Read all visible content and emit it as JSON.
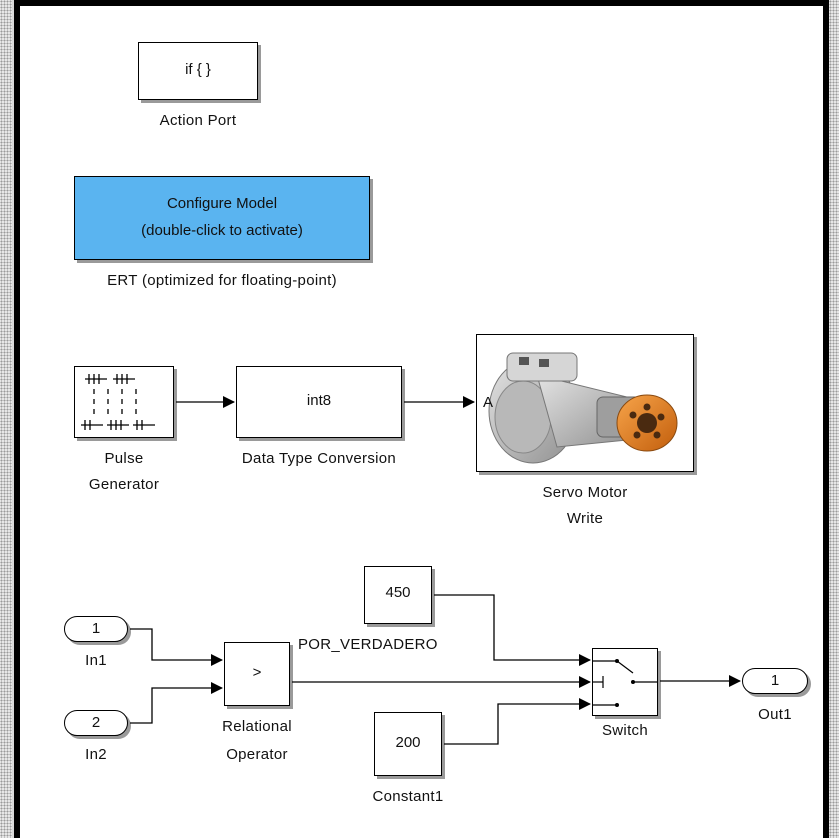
{
  "blocks": {
    "action_port": {
      "text": "if { }",
      "label": "Action Port"
    },
    "configure_model": {
      "line1": "Configure Model",
      "line2": "(double-click to activate)",
      "label": "ERT (optimized for floating-point)",
      "color": "#5ab4f0"
    },
    "pulse_generator": {
      "label_line1": "Pulse",
      "label_line2": "Generator"
    },
    "data_type_conversion": {
      "text": "int8",
      "label": "Data Type Conversion"
    },
    "servo_motor": {
      "port_text": "A",
      "label_line1": "Servo Motor",
      "label_line2": "Write"
    },
    "constant_450": {
      "text": "450",
      "label": "POR_VERDADERO"
    },
    "constant1": {
      "text": "200",
      "label": "Constant1"
    },
    "relational_operator": {
      "text": ">",
      "label_line1": "Relational",
      "label_line2": "Operator"
    },
    "switch": {
      "label": "Switch"
    },
    "in1": {
      "text": "1",
      "label": "In1"
    },
    "in2": {
      "text": "2",
      "label": "In2"
    },
    "out1": {
      "text": "1",
      "label": "Out1"
    }
  }
}
